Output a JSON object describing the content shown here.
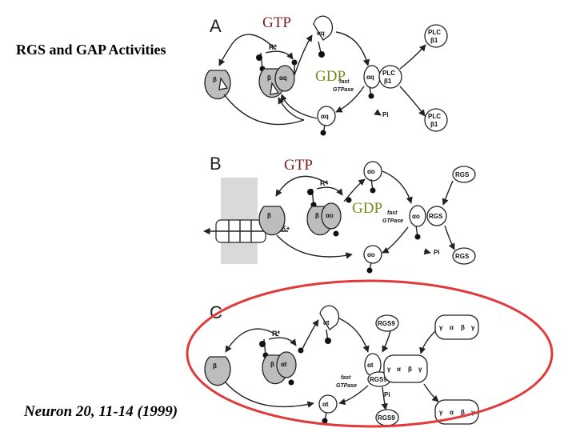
{
  "title": "RGS and GAP Activities",
  "citation": "Neuron 20, 11-14 (1999)",
  "overlay": {
    "gtp_a": "GTP",
    "gdp_a": "GDP",
    "gtp_b": "GTP",
    "gdp_b": "GDP"
  },
  "panels": {
    "a": {
      "letter": "A",
      "receptor": "R*",
      "alpha": "αq",
      "beta": "β",
      "effector_line1": "PLC",
      "effector_line2": "β1",
      "gap_line1": "fast",
      "gap_line2": "GTPase",
      "phosphate": "Pi"
    },
    "b": {
      "letter": "B",
      "receptor": "R*",
      "alpha": "αo",
      "beta": "β",
      "effector": "RGS",
      "ion": "K+",
      "gap_line1": "fast",
      "gap_line2": "GTPase",
      "phosphate": "Pi"
    },
    "c": {
      "letter": "C",
      "receptor": "R*",
      "alpha": "αt",
      "beta": "β",
      "effector": "RGS9",
      "pde_labels": [
        "γ",
        "α",
        "β",
        "γ"
      ],
      "gap_line1": "fast",
      "gap_line2": "GTPase",
      "phosphate": "Pi"
    }
  }
}
